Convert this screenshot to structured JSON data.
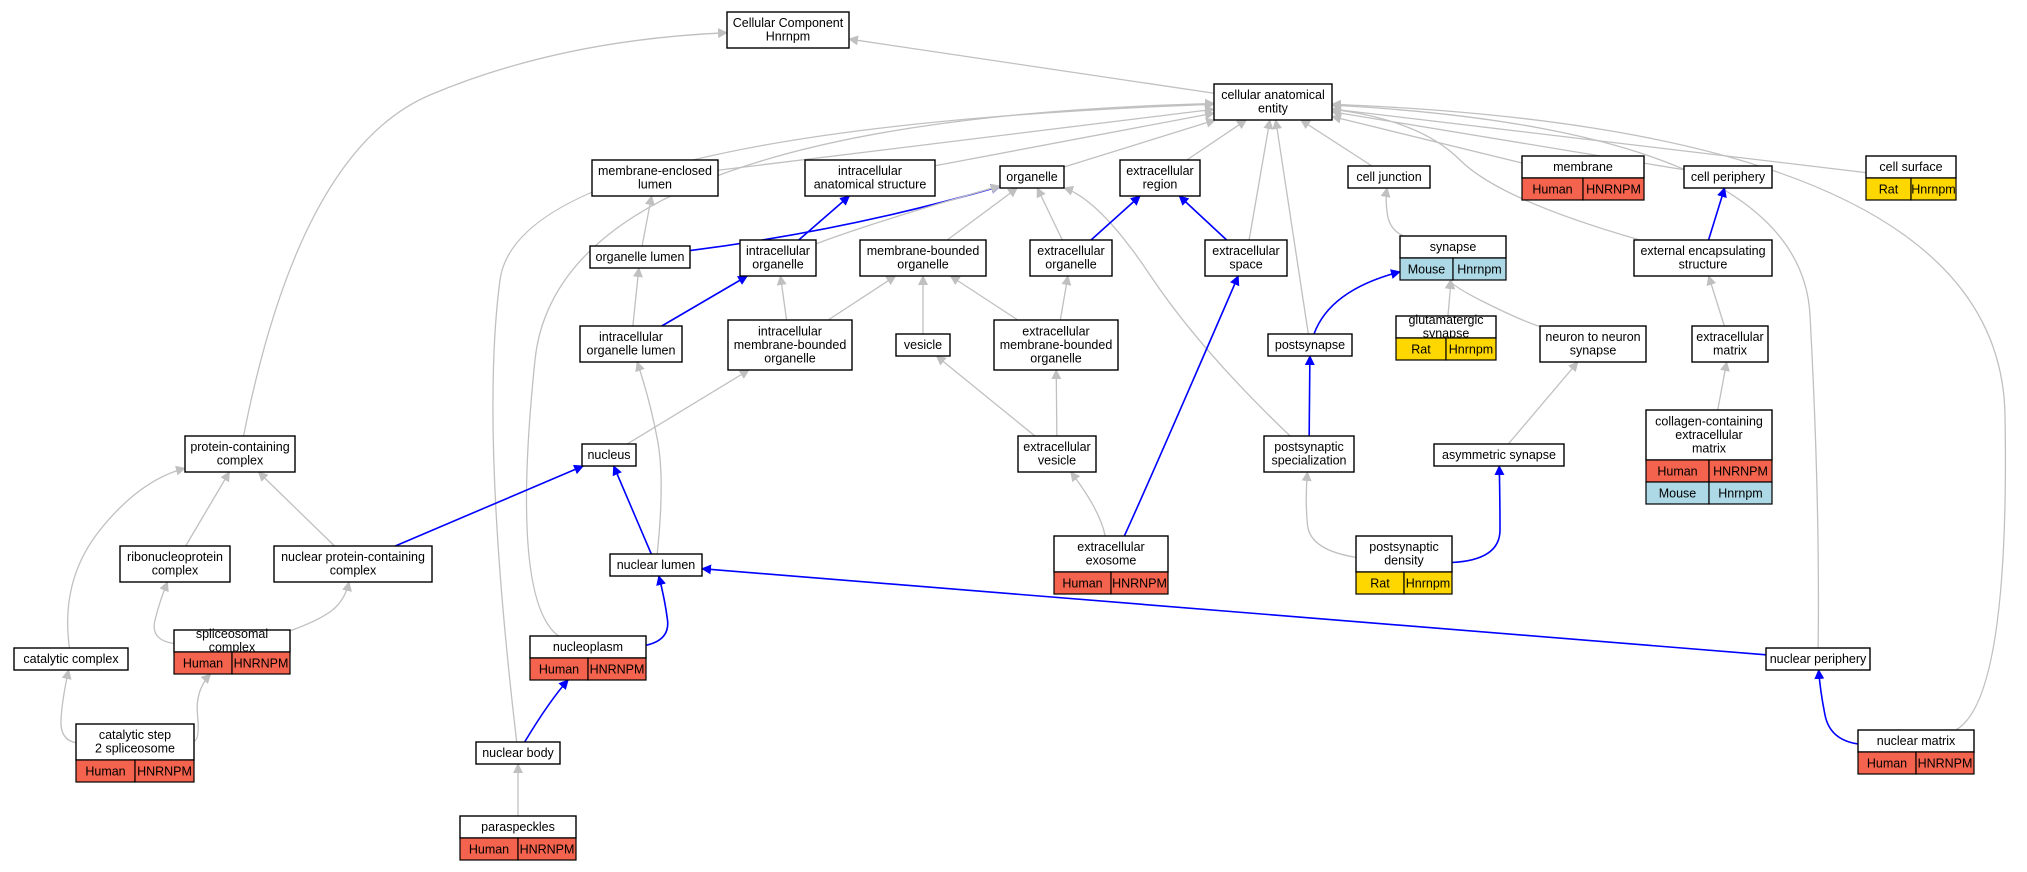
{
  "colors": {
    "is_a": "#c0c0c0",
    "part_of": "#0000ff",
    "Human": "#f4634d",
    "Rat": "#ffd700",
    "Mouse": "#add8e6"
  },
  "nodes": [
    {
      "id": "cc",
      "lines": [
        "Cellular Component",
        "Hnrnpm"
      ]
    },
    {
      "id": "cae",
      "lines": [
        "cellular anatomical",
        "entity"
      ]
    },
    {
      "id": "mel",
      "lines": [
        "membrane-enclosed",
        "lumen"
      ]
    },
    {
      "id": "ias",
      "lines": [
        "intracellular",
        "anatomical structure"
      ]
    },
    {
      "id": "org",
      "lines": [
        "organelle"
      ]
    },
    {
      "id": "exr",
      "lines": [
        "extracellular",
        "region"
      ]
    },
    {
      "id": "cj",
      "lines": [
        "cell junction"
      ]
    },
    {
      "id": "mem",
      "lines": [
        "membrane"
      ],
      "annot": [
        [
          "Human",
          "HNRNPM"
        ]
      ]
    },
    {
      "id": "cp",
      "lines": [
        "cell periphery"
      ]
    },
    {
      "id": "cs",
      "lines": [
        "cell surface"
      ],
      "annot": [
        [
          "Rat",
          "Hnrnpm"
        ]
      ]
    },
    {
      "id": "ol",
      "lines": [
        "organelle lumen"
      ]
    },
    {
      "id": "io",
      "lines": [
        "intracellular",
        "organelle"
      ]
    },
    {
      "id": "mbo",
      "lines": [
        "membrane-bounded",
        "organelle"
      ]
    },
    {
      "id": "exo",
      "lines": [
        "extracellular",
        "organelle"
      ]
    },
    {
      "id": "exs",
      "lines": [
        "extracellular",
        "space"
      ]
    },
    {
      "id": "syn",
      "lines": [
        "synapse"
      ],
      "annot": [
        [
          "Mouse",
          "Hnrnpm"
        ]
      ]
    },
    {
      "id": "ees",
      "lines": [
        "external encapsulating",
        "structure"
      ]
    },
    {
      "id": "iol",
      "lines": [
        "intracellular",
        "organelle lumen"
      ]
    },
    {
      "id": "imbo",
      "lines": [
        "intracellular",
        "membrane-bounded",
        "organelle"
      ]
    },
    {
      "id": "ves",
      "lines": [
        "vesicle"
      ]
    },
    {
      "id": "embo",
      "lines": [
        "extracellular",
        "membrane-bounded",
        "organelle"
      ]
    },
    {
      "id": "pos",
      "lines": [
        "postsynapse"
      ]
    },
    {
      "id": "gs",
      "lines": [
        "glutamatergic",
        "synapse"
      ],
      "annot": [
        [
          "Rat",
          "Hnrnpm"
        ]
      ]
    },
    {
      "id": "nns",
      "lines": [
        "neuron to neuron",
        "synapse"
      ]
    },
    {
      "id": "exm",
      "lines": [
        "extracellular",
        "matrix"
      ]
    },
    {
      "id": "pcc",
      "lines": [
        "protein-containing",
        "complex"
      ]
    },
    {
      "id": "nuc",
      "lines": [
        "nucleus"
      ]
    },
    {
      "id": "exv",
      "lines": [
        "extracellular",
        "vesicle"
      ]
    },
    {
      "id": "pss",
      "lines": [
        "postsynaptic",
        "specialization"
      ]
    },
    {
      "id": "as",
      "lines": [
        "asymmetric synapse"
      ]
    },
    {
      "id": "ccem",
      "lines": [
        "collagen-containing",
        "extracellular",
        "matrix"
      ],
      "annot": [
        [
          "Human",
          "HNRNPM"
        ],
        [
          "Mouse",
          "Hnrnpm"
        ]
      ]
    },
    {
      "id": "rnp",
      "lines": [
        "ribonucleoprotein",
        "complex"
      ]
    },
    {
      "id": "npc",
      "lines": [
        "nuclear protein-containing",
        "complex"
      ]
    },
    {
      "id": "nl",
      "lines": [
        "nuclear lumen"
      ]
    },
    {
      "id": "exe",
      "lines": [
        "extracellular",
        "exosome"
      ],
      "annot": [
        [
          "Human",
          "HNRNPM"
        ]
      ]
    },
    {
      "id": "psd",
      "lines": [
        "postsynaptic",
        "density"
      ],
      "annot": [
        [
          "Rat",
          "Hnrnpm"
        ]
      ]
    },
    {
      "id": "catc",
      "lines": [
        "catalytic complex"
      ]
    },
    {
      "id": "spc",
      "lines": [
        "spliceosomal",
        "complex"
      ],
      "annot": [
        [
          "Human",
          "HNRNPM"
        ]
      ]
    },
    {
      "id": "np",
      "lines": [
        "nucleoplasm"
      ],
      "annot": [
        [
          "Human",
          "HNRNPM"
        ]
      ]
    },
    {
      "id": "nper",
      "lines": [
        "nuclear periphery"
      ]
    },
    {
      "id": "cs2",
      "lines": [
        "catalytic step",
        "2 spliceosome"
      ],
      "annot": [
        [
          "Human",
          "HNRNPM"
        ]
      ]
    },
    {
      "id": "nb",
      "lines": [
        "nuclear body"
      ]
    },
    {
      "id": "nm",
      "lines": [
        "nuclear matrix"
      ],
      "annot": [
        [
          "Human",
          "HNRNPM"
        ]
      ]
    },
    {
      "id": "ps",
      "lines": [
        "paraspeckles"
      ],
      "annot": [
        [
          "Human",
          "HNRNPM"
        ]
      ]
    }
  ]
}
